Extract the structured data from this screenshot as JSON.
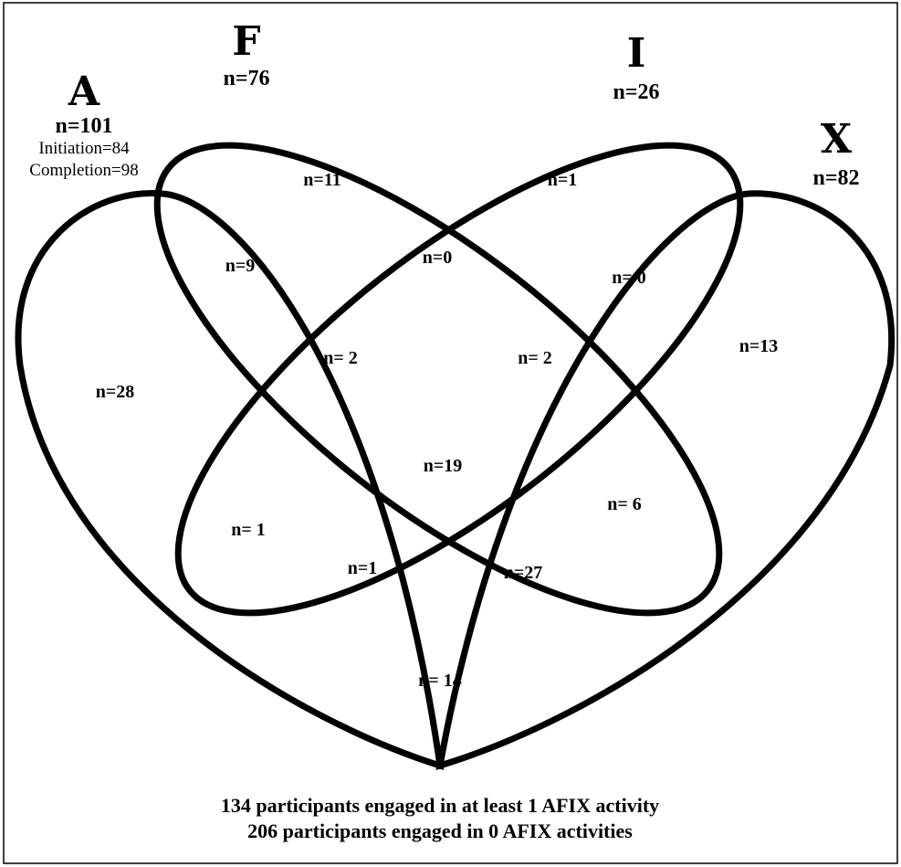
{
  "sets": {
    "A": {
      "letter": "A",
      "n": "n=101",
      "initiation": "Initiation=84",
      "completion": "Completion=98"
    },
    "F": {
      "letter": "F",
      "n": "n=76"
    },
    "I": {
      "letter": "I",
      "n": "n=26"
    },
    "X": {
      "letter": "X",
      "n": "n=82"
    }
  },
  "regions": {
    "F_only": "n=11",
    "I_only": "n=1",
    "A_only": "n=28",
    "X_only": "n=13",
    "AF": "n=9",
    "FI": "n=0",
    "IX": "n= 0",
    "AFI": "n= 2",
    "FIX": "n= 2",
    "AI": "n= 1",
    "FX": "n= 6",
    "AFIX": "n=19",
    "AIX": "n=1",
    "AFX": "n=27",
    "AX": "n= 14"
  },
  "footer": {
    "line1": "134 participants engaged in at least 1 AFIX activity",
    "line2": "206 participants engaged in 0 AFIX activities"
  }
}
